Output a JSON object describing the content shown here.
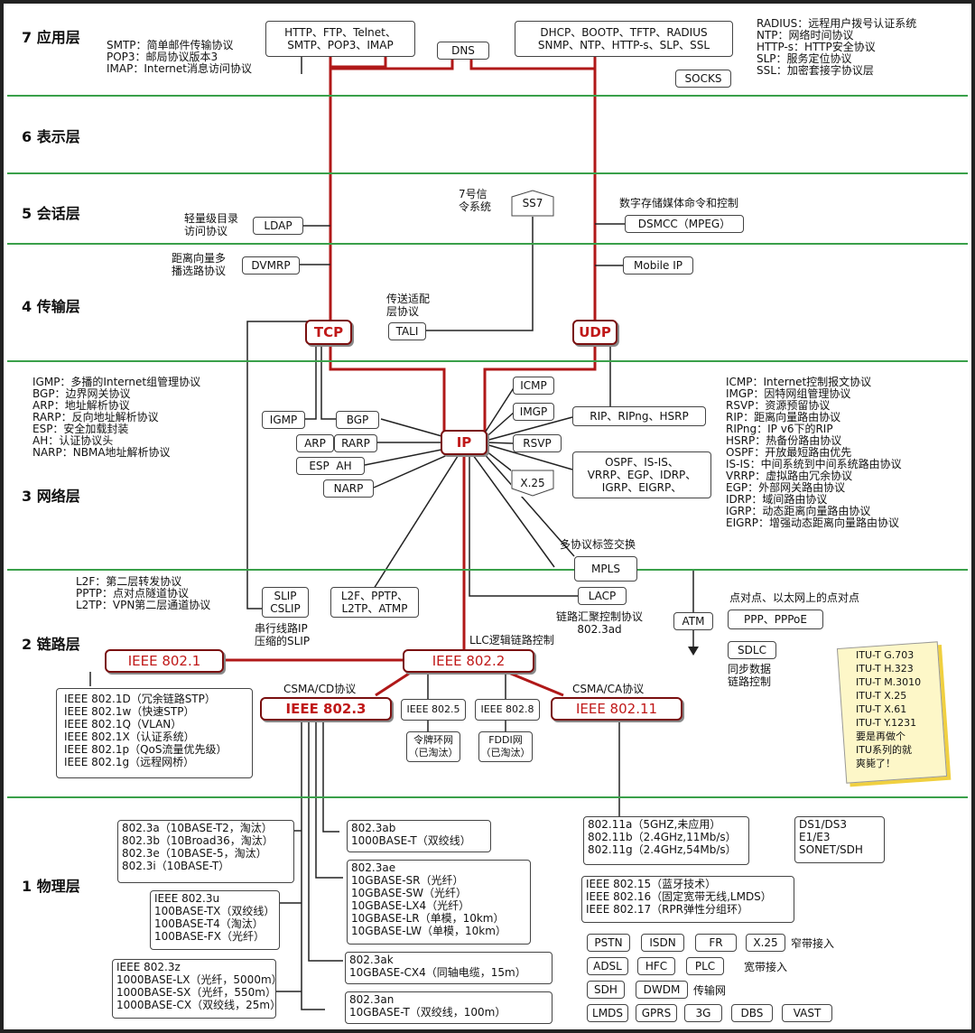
{
  "layers": {
    "l7": "7 应用层",
    "l6": "6 表示层",
    "l5": "5 会话层",
    "l4": "4 传输层",
    "l3": "3 网络层",
    "l2": "2 链路层",
    "l1": "1 物理层"
  },
  "app": {
    "legend_left": "SMTP：简单邮件传输协议\nPOP3：邮局协议版本3\nIMAP：Internet消息访问协议",
    "box_tcp_apps": "HTTP、FTP、Telnet、\nSMTP、POP3、IMAP",
    "dns": "DNS",
    "box_udp_apps": "DHCP、BOOTP、TFTP、RADIUS\nSNMP、NTP、HTTP-s、SLP、SSL",
    "socks": "SOCKS",
    "legend_right": "RADIUS：远程用户拨号认证系统\nNTP：网络时间协议\nHTTP-s：HTTP安全协议\nSLP：服务定位协议\nSSL：加密套接字协议层"
  },
  "session": {
    "ldap_label": "轻量级目录\n访问协议",
    "ldap": "LDAP",
    "ss7_label": "7号信\n令系统",
    "ss7": "SS7",
    "dsmcc_label": "数字存储媒体命令和控制",
    "dsmcc": "DSMCC（MPEG）"
  },
  "transport": {
    "dvmrp_label": "距离向量多\n播选路协议",
    "dvmrp": "DVMRP",
    "mobile_ip": "Mobile IP",
    "tali_label": "传送适配\n层协议",
    "tali": "TALI",
    "tcp": "TCP",
    "udp": "UDP"
  },
  "network": {
    "legend_left": "IGMP：多播的Internet组管理协议\nBGP：边界网关协议\nARP：地址解析协议\nRARP：反向地址解析协议\nESP：安全加载封装\nAH：认证协议头\nNARP：NBMA地址解析协议",
    "igmp": "IGMP",
    "bgp": "BGP",
    "arp": "ARP",
    "rarp": "RARP",
    "esp_ah": "ESP  AH",
    "narp": "NARP",
    "ip": "IP",
    "icmp": "ICMP",
    "imgp": "IMGP",
    "rip": "RIP、RIPng、HSRP",
    "rsvp": "RSVP",
    "x25": "X.25",
    "ospf": "OSPF、IS-IS、\nVRRP、EGP、IDRP、\nIGRP、EIGRP、",
    "legend_right": "ICMP：Internet控制报文协议\nIMGP：因特网组管理协议\nRSVP：资源预留协议\nRIP：距离向量路由协议\nRIPng：IP v6下的RIP\nHSRP：热备份路由协议\nOSPF：开放最短路由优先\nIS-IS：中间系统到中间系统路由协议\nVRRP：虚拟路由冗余协议\nEGP：外部网关路由协议\nIDRP：域间路由协议\nIGRP：动态距离向量路由协议\nEIGRP：增强动态距离向量路由协议",
    "mpls_label": "多协议标签交换",
    "mpls": "MPLS"
  },
  "link": {
    "legend_left": "L2F：第二层转发协议\nPPTP：点对点隧道协议\nL2TP：VPN第二层通道协议",
    "slip": "SLIP\nCSLIP",
    "slip_label": "串行线路IP\n压缩的SLIP",
    "l2tp": "L2F、PPTP、\nL2TP、ATMP",
    "lacp": "LACP",
    "lacp_label": "链路汇聚控制协议\n802.3ad",
    "llc_label": "LLC逻辑链路控制",
    "atm": "ATM",
    "p2p_label": "点对点、以太网上的点对点",
    "ppp": "PPP、PPPoE",
    "sdlc": "SDLC",
    "sdlc_label": "同步数据\n链路控制",
    "ieee8021": "IEEE 802.1",
    "ieee8022": "IEEE 802.2",
    "ieee8023": "IEEE 802.3",
    "ieee80211": "IEEE 802.11",
    "csma_cd": "CSMA/CD协议",
    "csma_ca": "CSMA/CA协议",
    "ieee8025": "IEEE 802.5",
    "ieee8028": "IEEE 802.8",
    "token_ring": "令牌环网\n（已淘汰）",
    "fddi": "FDDI网\n（已淘汰）",
    "box_8021": "IEEE 802.1D（冗余链路STP）\nIEEE 802.1w（快速STP）\nIEEE 802.1Q（VLAN）\nIEEE 802.1X（认证系统）\nIEEE 802.1p（QoS流量优先级）\nIEEE 802.1g（远程网桥）",
    "note": "ITU-T G.703\nITU-T H.323\nITU-T M.3010\nITU-T X.25\nITU-T X.61\nITU-T Y.1231\n要是再做个\nITU系列的就\n爽毙了！"
  },
  "physical": {
    "b1": "802.3a（10BASE-T2，淘汰）\n802.3b（10Broad36，淘汰）\n802.3e（10BASE-5，淘汰）\n802.3i（10BASE-T）",
    "b2": "IEEE 802.3u\n100BASE-TX（双绞线）\n100BASE-T4（淘汰）\n100BASE-FX（光纤）",
    "b3": "IEEE 802.3z\n1000BASE-LX（光纤，5000m）\n1000BASE-SX（光纤，550m）\n1000BASE-CX（双绞线，25m）",
    "b4": "802.3ab\n1000BASE-T（双绞线）",
    "b5": "802.3ae\n10GBASE-SR（光纤）\n10GBASE-SW（光纤）\n10GBASE-LX4（光纤）\n10GBASE-LR（单模，10km）\n10GBASE-LW（单模，10km）",
    "b6": "802.3ak\n10GBASE-CX4（同轴电缆，15m）",
    "b7": "802.3an\n10GBASE-T（双绞线，100m）",
    "b8": "802.11a（5GHZ,未应用）\n802.11b（2.4GHz,11Mb/s）\n802.11g（2.4GHz,54Mb/s）",
    "b9": "IEEE 802.15（蓝牙技术）\nIEEE 802.16（固定宽带无线,LMDS）\nIEEE 802.17（RPR弹性分组环）",
    "b10": "DS1/DS3\nE1/E3\nSONET/SDH",
    "pstn": "PSTN",
    "isdn": "ISDN",
    "fr": "FR",
    "x25": "X.25",
    "narrow": "窄带接入",
    "adsl": "ADSL",
    "hfc": "HFC",
    "plc": "PLC",
    "broad": "宽带接入",
    "sdh": "SDH",
    "dwdm": "DWDM",
    "transport_net": "传输网",
    "lmds": "LMDS",
    "gprs": "GPRS",
    "g3": "3G",
    "dbs": "DBS",
    "vast": "VAST"
  },
  "colors": {
    "separator": "#3aa04a",
    "main_wire": "#b01818",
    "thin_wire": "#222222",
    "note_paper": "#fdf7c8"
  }
}
